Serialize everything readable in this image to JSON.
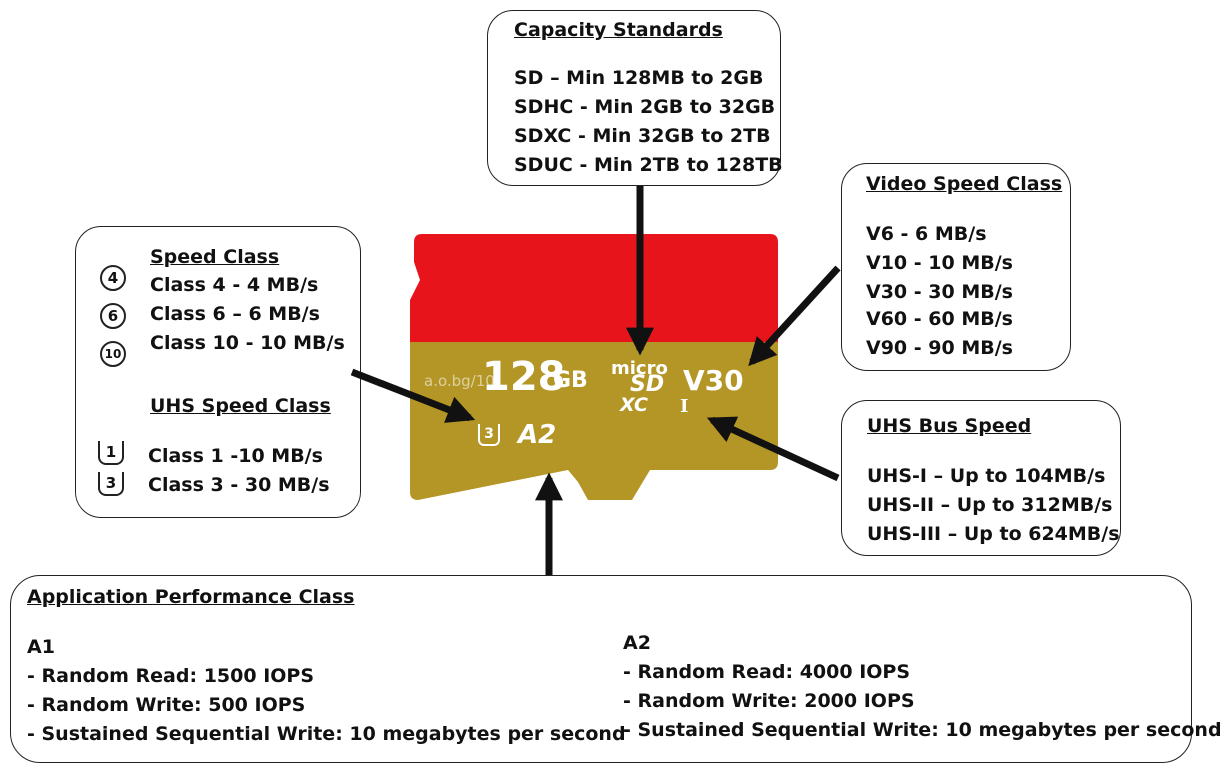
{
  "capacity": {
    "title": "Capacity Standards",
    "items": [
      "SD – Min 128MB to 2GB",
      "SDHC - Min 2GB to 32GB",
      "SDXC - Min 32GB to 2TB",
      "SDUC - Min 2TB to 128TB"
    ]
  },
  "video": {
    "title": "Video Speed Class",
    "items": [
      "V6 - 6 MB/s",
      "V10 - 10 MB/s",
      "V30 - 30 MB/s",
      "V60 - 60 MB/s",
      "V90 - 90 MB/s"
    ]
  },
  "speed": {
    "title": "Speed Class",
    "items": [
      {
        "symbol": "4",
        "text": "Class 4 - 4 MB/s"
      },
      {
        "symbol": "6",
        "text": "Class 6 – 6 MB/s"
      },
      {
        "symbol": "10",
        "text": "Class 10 - 10 MB/s"
      }
    ],
    "uhs_title": "UHS Speed Class",
    "uhs_items": [
      {
        "symbol": "1",
        "text": "Class 1 -10 MB/s"
      },
      {
        "symbol": "3",
        "text": "Class 3 - 30 MB/s"
      }
    ]
  },
  "bus": {
    "title": "UHS Bus Speed",
    "items": [
      "UHS-I – Up to 104MB/s",
      "UHS-II – Up to 312MB/s",
      "UHS-III – Up to 624MB/s"
    ]
  },
  "app": {
    "title": "Application Performance Class",
    "a1": {
      "name": "A1",
      "items": [
        "- Random Read: 1500 IOPS",
        "- Random Write: 500 IOPS",
        "- Sustained Sequential Write: 10 megabytes per second"
      ]
    },
    "a2": {
      "name": "A2",
      "items": [
        "- Random Read: 4000 IOPS",
        "- Random Write: 2000 IOPS",
        "- Sustained Sequential Write: 10 megabytes per second"
      ]
    }
  },
  "card": {
    "capacity": "128",
    "unit": "GB",
    "micro": "micro",
    "sd": "SD",
    "xc": "XC",
    "video_class": "V30",
    "bus_mark": "I",
    "uhs_class": "3",
    "app_class": "A2",
    "watermark": "a.o.bg/10",
    "colors": {
      "top": "#e8141b",
      "bottom": "#b39626"
    }
  }
}
